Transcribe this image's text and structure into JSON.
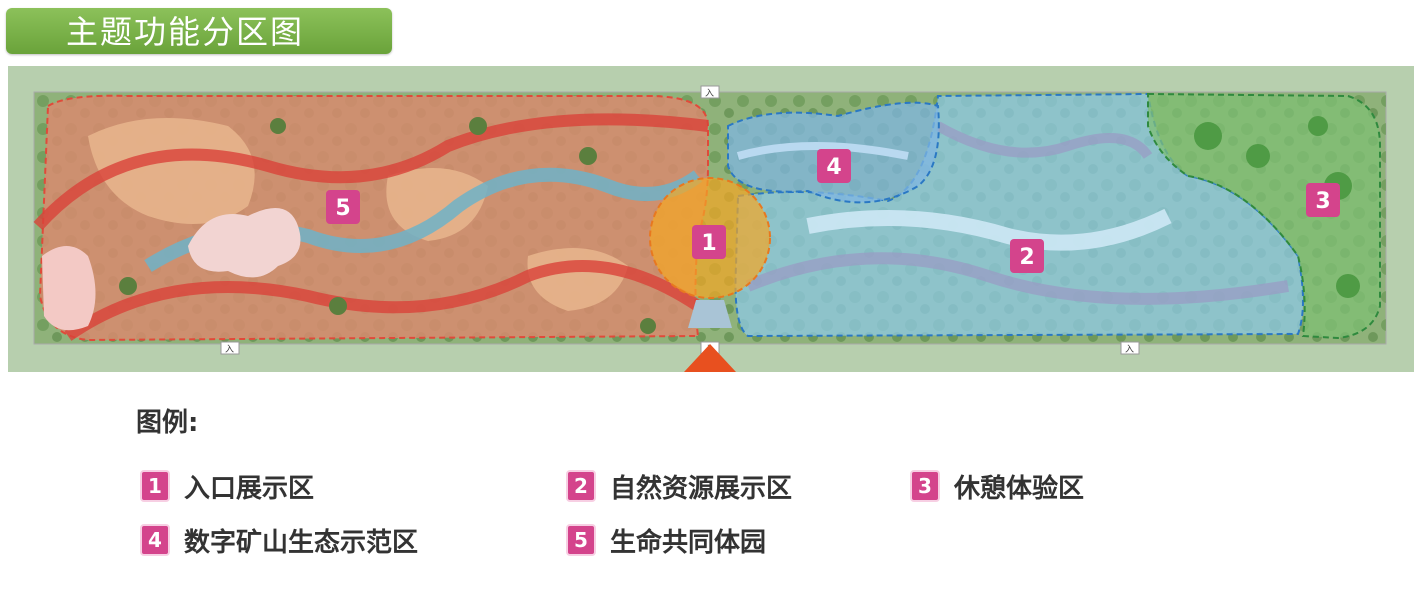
{
  "header": {
    "title": "主题功能分区图"
  },
  "colors": {
    "title_bar": "#7ab349",
    "badge": "#d4448c",
    "zone1": "#f5a623",
    "zone2": "#4a9fd8",
    "zone3": "#2f8a3e",
    "zone4": "#3f7fd0",
    "zone5": "#e04a3a",
    "entrance_arrow": "#e8501f"
  },
  "map": {
    "zones": [
      {
        "number": "1"
      },
      {
        "number": "2"
      },
      {
        "number": "3"
      },
      {
        "number": "4"
      },
      {
        "number": "5"
      }
    ],
    "entrance_icon": "entrance-arrow-icon",
    "signs": [
      "入",
      "入",
      "入",
      "入"
    ]
  },
  "legend": {
    "title": "图例:",
    "items": [
      {
        "number": "1",
        "label": "入口展示区"
      },
      {
        "number": "2",
        "label": "自然资源展示区"
      },
      {
        "number": "3",
        "label": "休憩体验区"
      },
      {
        "number": "4",
        "label": "数字矿山生态示范区"
      },
      {
        "number": "5",
        "label": "生命共同体园"
      }
    ]
  }
}
